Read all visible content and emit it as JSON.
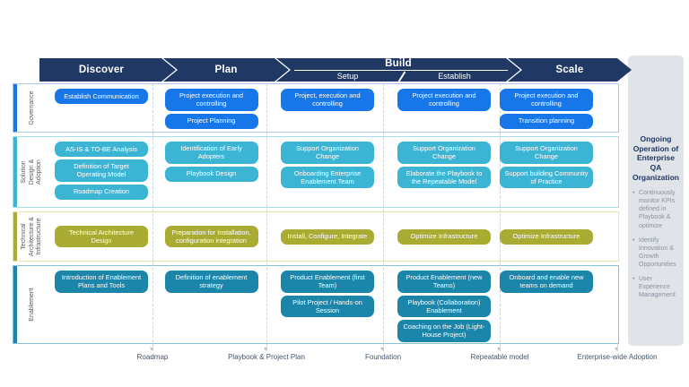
{
  "header": {
    "phases": [
      {
        "label": "Discover"
      },
      {
        "label": "Plan"
      },
      {
        "label": "Build",
        "sub": [
          "Setup",
          "Establish"
        ]
      },
      {
        "label": "Scale"
      }
    ]
  },
  "rows": [
    {
      "label": "Governance",
      "box_color": "#1877e8",
      "border_color": "#a9c9f0",
      "columns": [
        [
          "Establish Communication"
        ],
        [
          "Project execution and controlling",
          "Project Planning"
        ],
        [
          "Project, execution and controlling"
        ],
        [
          "Project execution and controlling"
        ],
        [
          "Project execution and controlling",
          "Transition planning"
        ]
      ]
    },
    {
      "label": "Solution\nDesign &\nAdoption",
      "box_color": "#3cb5d5",
      "border_color": "#a8dded",
      "columns": [
        [
          "AS-IS & TO-BE Analysis",
          "Definition of Target Operating Model",
          "Roadmap Creation"
        ],
        [
          "Identification of Early Adopters",
          "Playbook Design"
        ],
        [
          "Support Organization Change",
          "Onboarding  Enterprise Enablement Team"
        ],
        [
          "Support Organization Change",
          "Elaborate the Playbook to the Repeatable Model"
        ],
        [
          "Support Organization Change",
          "Support building Community of Practice"
        ]
      ]
    },
    {
      "label": "Technical\nArchitecture &\nInfrastructure",
      "box_color": "#a9ab33",
      "border_color": "#e6e7ab",
      "columns": [
        [
          "Technical Architecture Design"
        ],
        [
          "Preparation for Installation, configuration integration"
        ],
        [
          "Install, Configure, Integrate"
        ],
        [
          "Optimize Infrastructure"
        ],
        [
          "Optimize Infrastructure"
        ]
      ]
    },
    {
      "label": "Enablement",
      "box_color": "#1b86aa",
      "border_color": "#86c2da",
      "columns": [
        [
          "Introduction of Enablement Plans and Tools"
        ],
        [
          "Definition of enablement strategy"
        ],
        [
          "Product Enablement (first Team)",
          "Pilot Project / Hands-on Session"
        ],
        [
          "Product Enablement (new Teams)",
          "Playbook (Collaboration) Enablement",
          "Coaching on the Job (Light-House Project)"
        ],
        [
          "Onboard and enable new teams on demand"
        ]
      ]
    }
  ],
  "sidebar": {
    "title": "Ongoing Operation of Enterprise QA Organization",
    "bullets": [
      "Continuously monitor KPIs defined in Playbook & optimize",
      "Identify Innovation & Growth Opportunities",
      "User Experience Management"
    ]
  },
  "milestones": [
    "Roadmap",
    "Playbook & Project Plan",
    "Foundation",
    "Repeatable model",
    "Enterprise-wide Adoption"
  ],
  "colors": {
    "header_navy": "#1f3864",
    "governance_blue": "#1877e8",
    "solution_teal": "#3cb5d5",
    "technical_olive": "#a9ab33",
    "enablement_teal": "#1b86aa",
    "sidebar_gray": "#e0e3e8",
    "milestone_text": "#44546a"
  }
}
